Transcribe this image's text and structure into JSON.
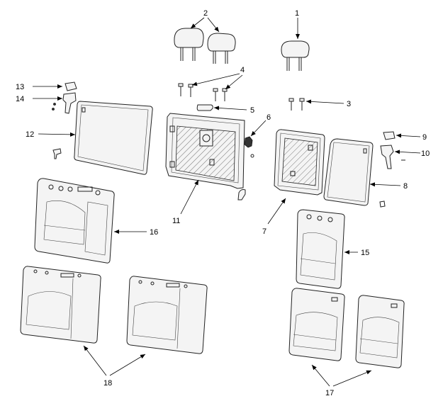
{
  "diagram": {
    "callouts": [
      {
        "id": "1",
        "text": "1"
      },
      {
        "id": "2",
        "text": "2"
      },
      {
        "id": "3",
        "text": "3"
      },
      {
        "id": "4",
        "text": "4"
      },
      {
        "id": "5",
        "text": "5"
      },
      {
        "id": "6",
        "text": "6"
      },
      {
        "id": "7",
        "text": "7"
      },
      {
        "id": "8",
        "text": "8"
      },
      {
        "id": "9",
        "text": "9"
      },
      {
        "id": "10",
        "text": "10"
      },
      {
        "id": "11",
        "text": "11"
      },
      {
        "id": "12",
        "text": "12"
      },
      {
        "id": "13",
        "text": "13"
      },
      {
        "id": "14",
        "text": "14"
      },
      {
        "id": "15",
        "text": "15"
      },
      {
        "id": "16",
        "text": "16"
      },
      {
        "id": "17",
        "text": "17"
      },
      {
        "id": "18",
        "text": "18"
      }
    ]
  }
}
